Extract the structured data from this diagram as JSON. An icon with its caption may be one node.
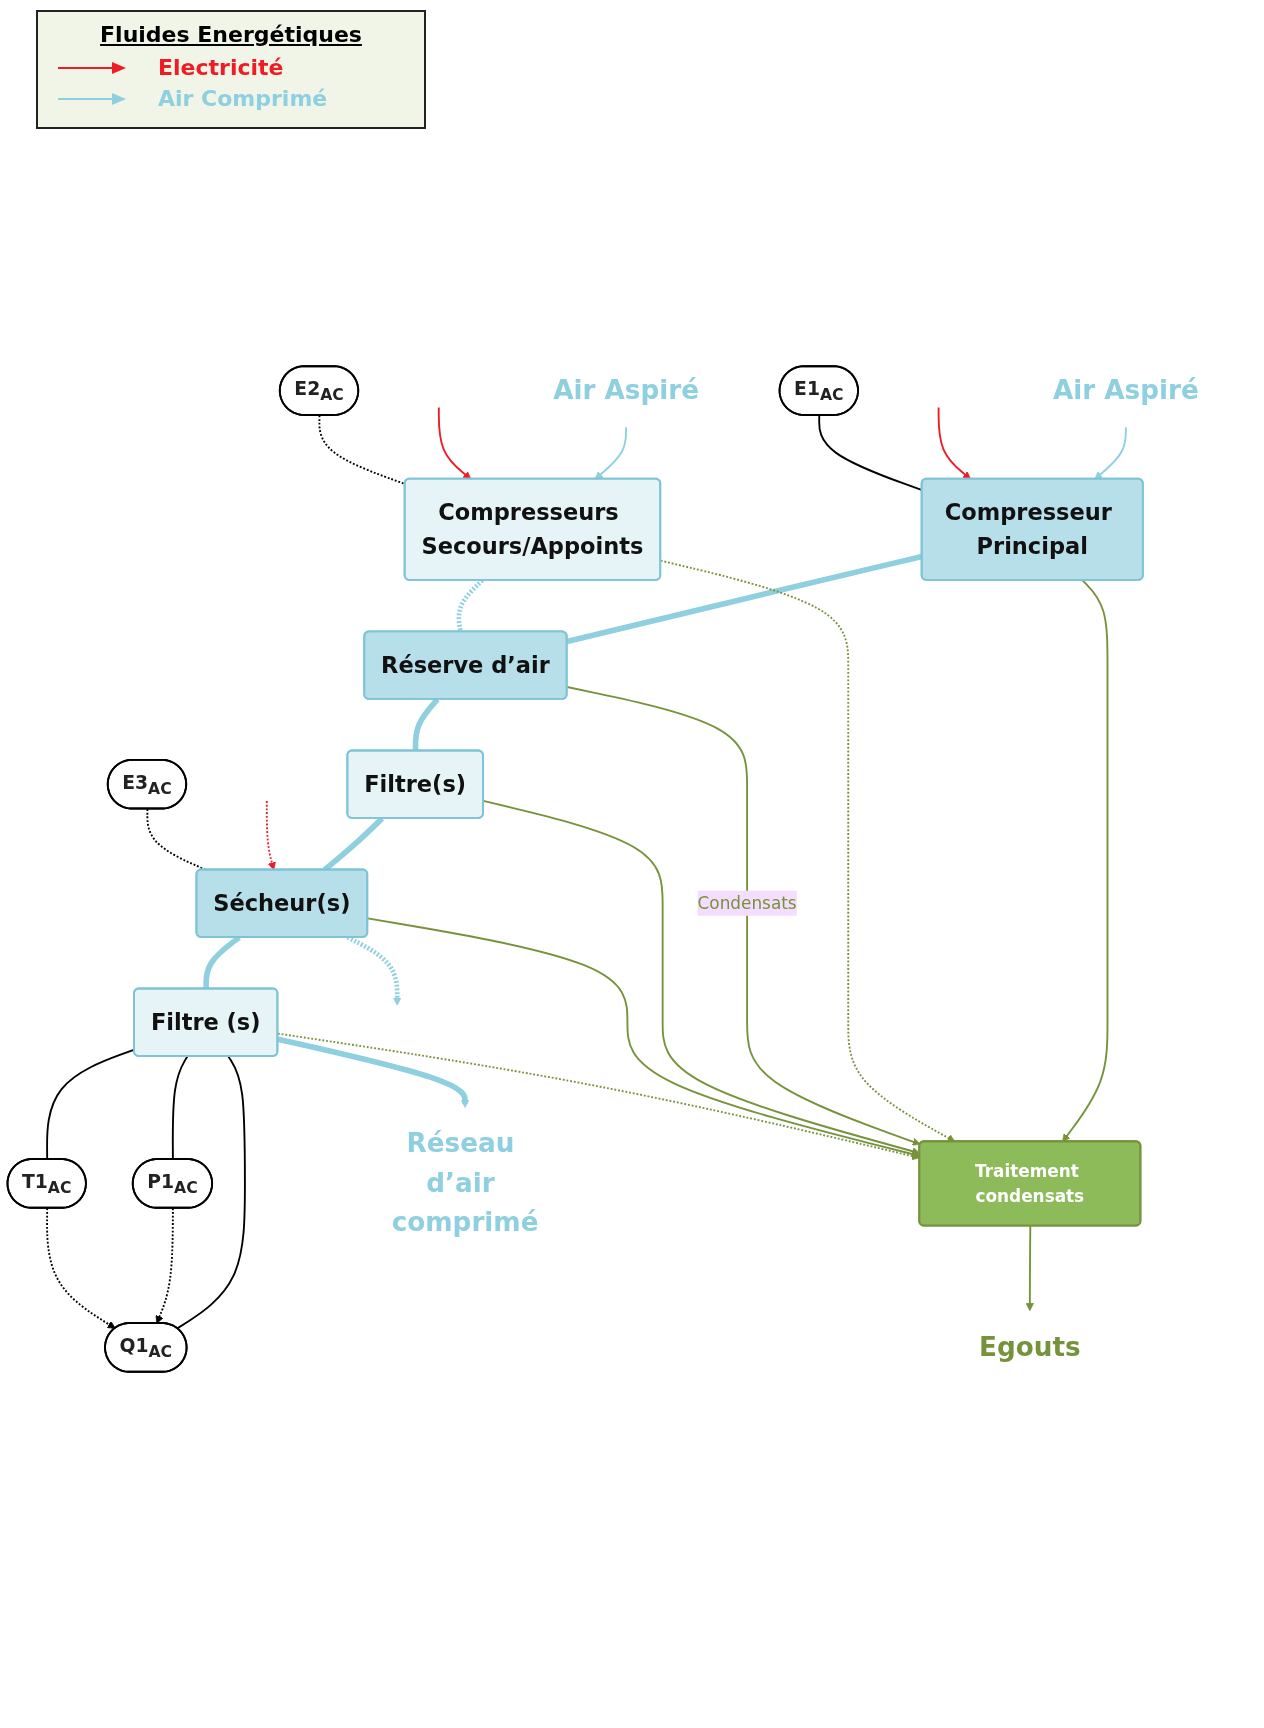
{
  "diagram": {
    "nodes": [
      {
        "text": [
          "Air Aspiré"
        ]
      },
      {
        "text": [
          "Air Aspiré"
        ]
      },
      {
        "text": [
          "E1$_{AC}$"
        ]
      },
      {
        "text": [
          "Compresseur Principal"
        ]
      },
      {
        "text": [
          "Compresseurs Secours/Appoints"
        ]
      },
      {
        "text": [
          "E2$_{AC}$"
        ]
      },
      {
        "text": [
          "Réserve d’air"
        ]
      },
      {
        "text": [
          "Filtre(s)"
        ]
      },
      {
        "text": [
          "E3$_{AC}$"
        ]
      },
      {
        "text": [
          "Sécheur(s)"
        ]
      },
      {
        "text": [
          "Filtre (s)"
        ]
      },
      {
        "text": [
          "Traitement condensats"
        ]
      },
      {
        "text": [
          "Egouts"
        ]
      },
      {
        "text": [
          "Q1$_{AC}$"
        ]
      },
      {
        "text": [
          "P1$_{AC}$"
        ]
      },
      {
        "text": [
          "T1$_{AC}$"
        ]
      },
      {
        "text": [
          "Réseau d’air comprimé"
        ]
      }
    ],
    "edges": [
      {
        "from": 0,
        "to": 3,
        "arrow": "to"
      },
      {
        "from": 1,
        "to": 4,
        "arrow": "to"
      },
      {
        "from": null,
        "to": 3,
        "arrow": "to",
        "color": "#ee1c25"
      },
      {
        "from": 2,
        "to": 3,
        "arrow": "none",
        "color": "#000000"
      },
      {
        "from": null,
        "to": 4,
        "arrow": "to",
        "color": "#ee1c25"
      },
      {
        "from": 5,
        "to": 4,
        "arrow": "none",
        "style": "dashed",
        "color": "#000000"
      },
      {
        "from": 3,
        "to": 6,
        "arrow": "none",
        "style": "thick"
      },
      {
        "from": 4,
        "to": 6,
        "arrow": "none",
        "style": "dashed"
      },
      {
        "from": 6,
        "to": 7,
        "arrow": "none",
        "style": "thick"
      },
      {
        "from": 7,
        "to": 9,
        "arrow": "none",
        "style": "thick"
      },
      {
        "from": null,
        "to": 9,
        "arrow": "to",
        "style": "dashed",
        "color": "#ee1c25"
      },
      {
        "from": 8,
        "to": 9,
        "arrow": "none",
        "style": "dashed",
        "color": "#000000"
      },
      {
        "from": 9,
        "to": null,
        "arrow": "to",
        "style": "dashed"
      },
      {
        "from": 9,
        "to": 10,
        "arrow": "none",
        "style": "thick"
      },
      {
        "from": 10,
        "to": 16,
        "arrow": "to",
        "style": "thick"
      },
      {
        "from": 3,
        "to": 11,
        "arrow": "to",
        "color": "#76933c"
      },
      {
        "from": 4,
        "to": 11,
        "arrow": "to",
        "style": "dashed",
        "color": "#76933c"
      },
      {
        "from": 6,
        "to": 11,
        "arrow": "to",
        "label": "Condensats",
        "color": "#76933c"
      },
      {
        "from": 7,
        "to": 11,
        "arrow": "to",
        "color": "#76933c"
      },
      {
        "from": 9,
        "to": 11,
        "arrow": "to",
        "color": "#76933c"
      },
      {
        "from": 10,
        "to": 11,
        "arrow": "to",
        "style": "dashed",
        "color": "#76933c"
      },
      {
        "from": 11,
        "to": 12,
        "arrow": "to",
        "color": "#76933c"
      },
      {
        "from": 10,
        "to": 13,
        "arrow": "none",
        "color": "#000000"
      },
      {
        "from": 10,
        "to": 14,
        "arrow": "none",
        "color": "#000000"
      },
      {
        "from": 10,
        "to": 15,
        "arrow": "none",
        "color": "#000000"
      },
      {
        "from": 14,
        "to": 13,
        "arrow": "to",
        "style": "dashed",
        "color": "#000000"
      },
      {
        "from": 15,
        "to": 13,
        "arrow": "to",
        "style": "dashed",
        "color": "#000000"
      }
    ],
    "labels": [
      "Fluides Energétiques"
    ],
    "legend": [
      {
        "text": "Electricité",
        "color": "#ee1c25"
      },
      {
        "text": "Air Comprimé",
        "color": "#8ecfe0"
      }
    ]
  }
}
